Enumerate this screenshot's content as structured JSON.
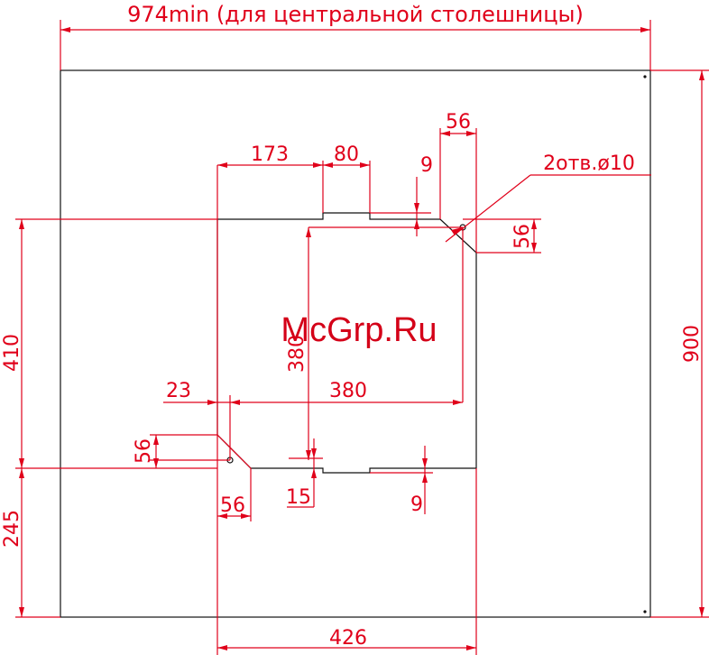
{
  "title": "974min (для центральной столешницы)",
  "watermark": "McGrp.Ru",
  "colors": {
    "dimension": "#e0001a",
    "outline": "#111111",
    "background": "#ffffff"
  },
  "dims": {
    "total_width": "900",
    "left_top": "410",
    "left_bottom": "245",
    "cut_width": "426",
    "seg_173": "173",
    "seg_80": "80",
    "seg_56_top": "56",
    "notch_top_9": "9",
    "holes_note": "2отв.ø10",
    "right_56": "56",
    "inner_380_v": "380",
    "inner_380_h": "380",
    "offset_23": "23",
    "left_56": "56",
    "bottom_56": "56",
    "bottom_15": "15",
    "bottom_9": "9"
  }
}
